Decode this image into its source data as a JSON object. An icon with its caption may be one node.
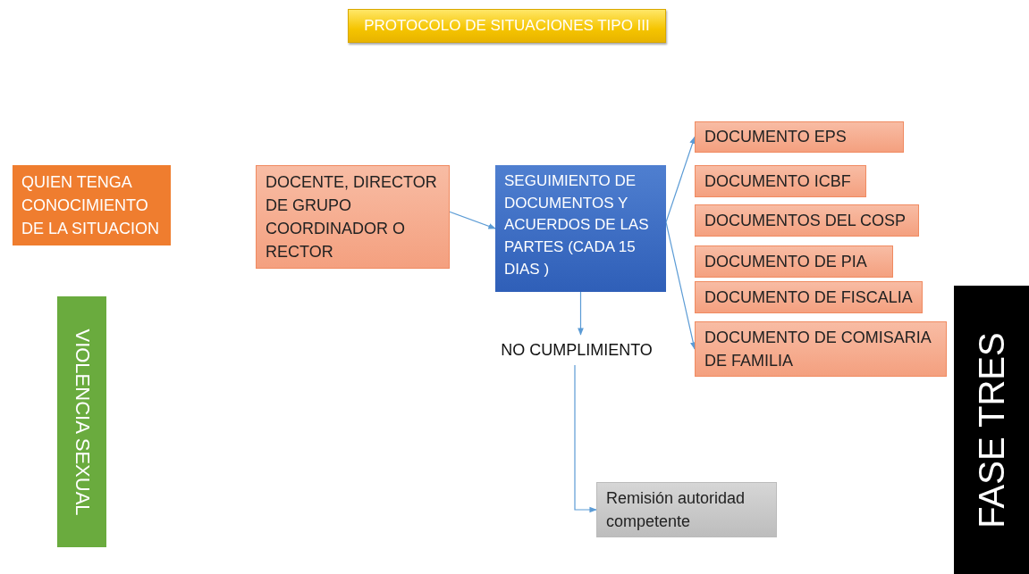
{
  "diagram": {
    "title": "PROTOCOLO DE SITUACIONES TIPO III",
    "nodes": [
      {
        "text": [
          "QUIEN TENGA CONOCIMIENTO DE LA SITUACION"
        ]
      },
      {
        "text": [
          "VIOLENCIA SEXUAL"
        ]
      },
      {
        "text": [
          "DOCENTE, DIRECTOR DE GRUPO COORDINADOR O RECTOR"
        ]
      },
      {
        "text": [
          "SEGUIMIENTO DE DOCUMENTOS Y ACUERDOS DE LAS PARTES  (CADA 15 DIAS )"
        ]
      },
      {
        "text": [
          "DOCUMENTO EPS"
        ]
      },
      {
        "text": [
          "DOCUMENTO ICBF"
        ]
      },
      {
        "text": [
          "DOCUMENTOS DEL COSP"
        ]
      },
      {
        "text": [
          "DOCUMENTO DE PIA"
        ]
      },
      {
        "text": [
          "DOCUMENTO DE FISCALIA"
        ]
      },
      {
        "text": [
          "DOCUMENTO DE COMISARIA DE FAMILIA"
        ]
      },
      {
        "text": [
          "NO CUMPLIMIENTO"
        ]
      },
      {
        "text": [
          "Remisión autoridad competente"
        ]
      },
      {
        "text": [
          "FASE TRES"
        ]
      }
    ],
    "edges": [
      {
        "from": 2,
        "to": 3,
        "arrow": "to"
      },
      {
        "from": 3,
        "to": 4,
        "arrow": "to"
      },
      {
        "from": 3,
        "to": 9,
        "arrow": "to"
      },
      {
        "from": 3,
        "to": 10,
        "arrow": "to"
      },
      {
        "from": 10,
        "to": 11,
        "arrow": "to"
      }
    ]
  }
}
